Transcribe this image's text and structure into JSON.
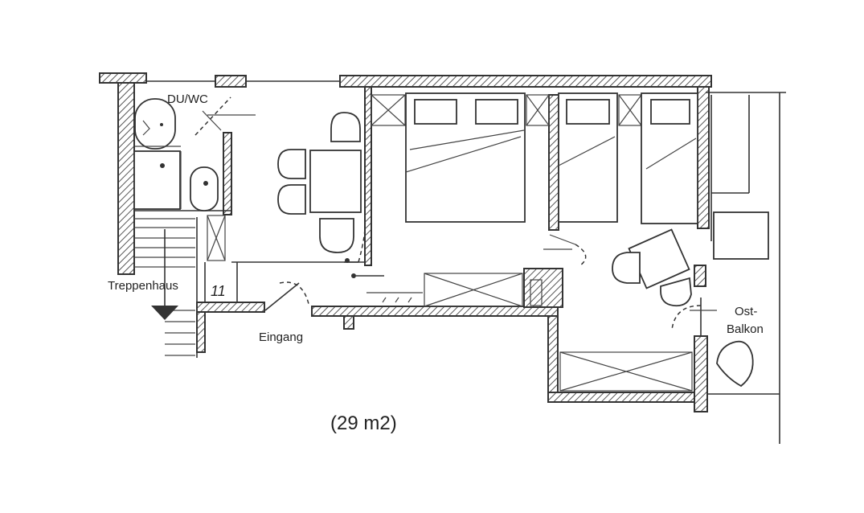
{
  "plan": {
    "labels": {
      "bathroom": "DU/WC",
      "stairwell": "Treppenhaus",
      "entrance": "Eingang",
      "balcony_line1": "Ost-",
      "balcony_line2": "Balkon",
      "stair_number": "11",
      "area": "(29 m2)"
    }
  }
}
